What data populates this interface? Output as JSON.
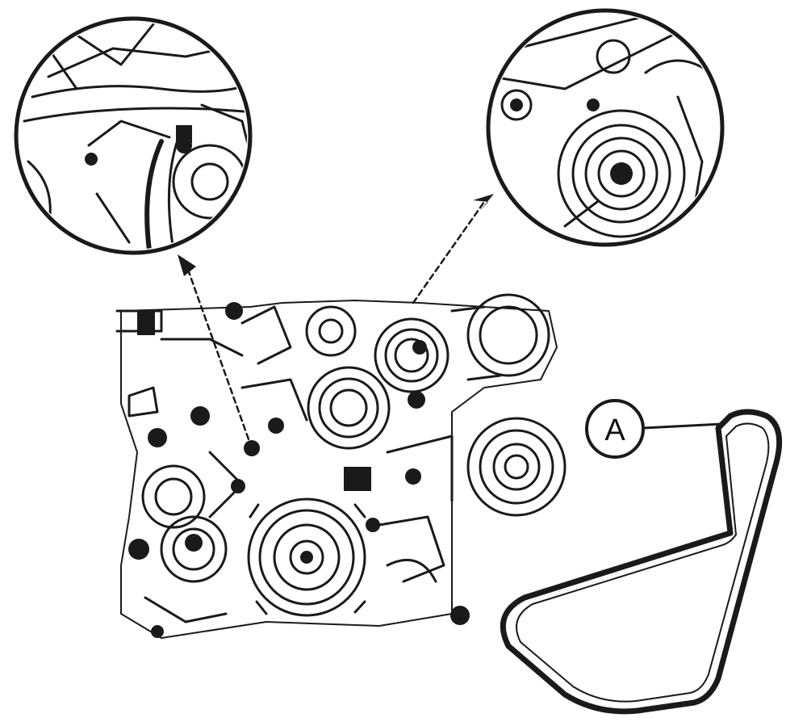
{
  "diagram": {
    "callout_label": "A",
    "components": {
      "engine": "engine-front-assembly",
      "detail_left": "tensioner-bolt-detail",
      "detail_right": "idler-pulley-detail",
      "belt": "drive-belt"
    }
  }
}
